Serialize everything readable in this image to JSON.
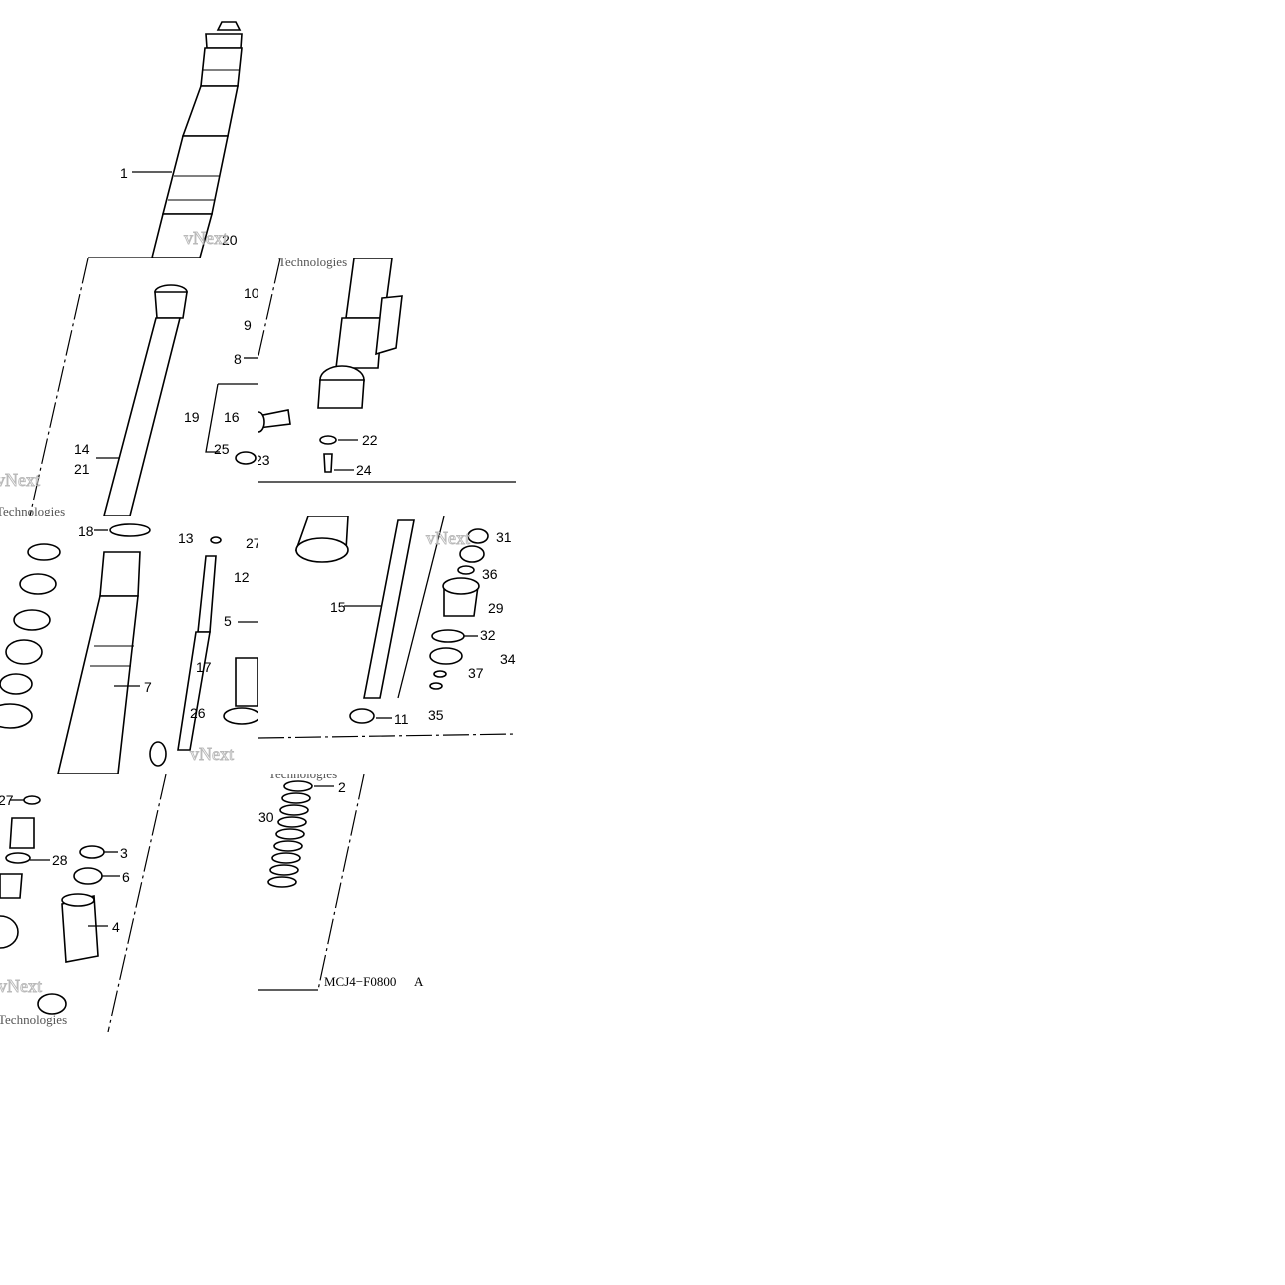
{
  "diagram": {
    "drawing_code": "MCJ4−F0800",
    "drawing_code_suffix": "A",
    "watermark_brand": "vNext",
    "watermark_company": "Technologies",
    "callouts": {
      "c1": "1",
      "c2": "2",
      "c3": "3",
      "c4": "4",
      "c5": "5",
      "c6": "6",
      "c7": "7",
      "c8": "8",
      "c9": "9",
      "c10": "10",
      "c11": "11",
      "c12": "12",
      "c13": "13",
      "c14": "14",
      "c15": "15",
      "c16": "16",
      "c17": "17",
      "c18": "18",
      "c19": "19",
      "c20": "20",
      "c21": "21",
      "c22": "22",
      "c23": "23",
      "c24": "24",
      "c25": "25",
      "c26": "26",
      "c27": "27",
      "c28": "28",
      "c29": "29",
      "c30": "30",
      "c31": "31",
      "c32": "32",
      "c34": "34",
      "c35": "35",
      "c36": "36",
      "c37": "37"
    }
  }
}
